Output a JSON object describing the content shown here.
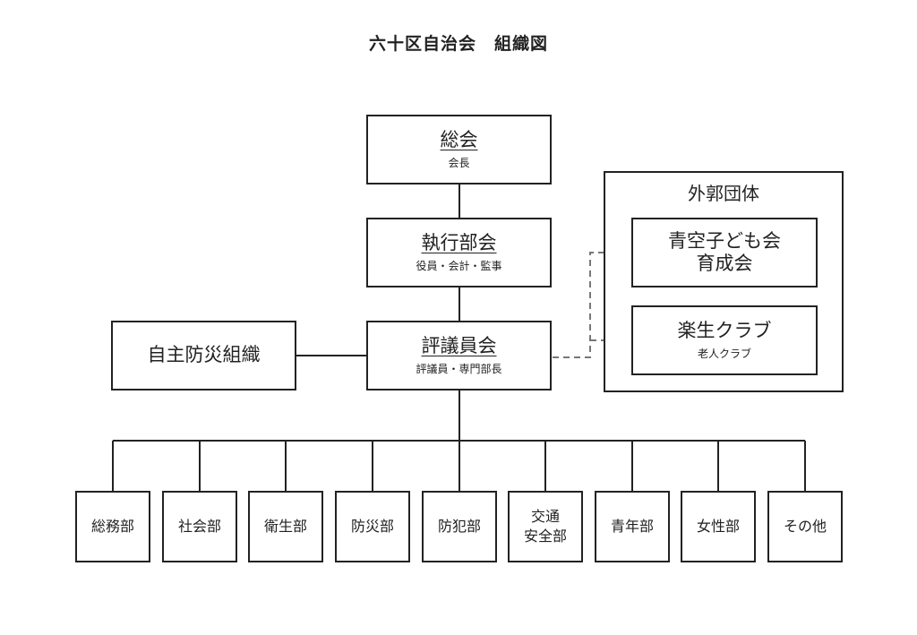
{
  "title": "六十区自治会　組織図",
  "general_meeting": {
    "name": "総会",
    "sub": "会長"
  },
  "executive": {
    "name": "執行部会",
    "sub": "役員・会計・監事"
  },
  "council": {
    "name": "評議員会",
    "sub": "評議員・専門部長"
  },
  "disaster_org": {
    "name": "自主防災組織"
  },
  "external": {
    "label": "外郭団体",
    "groups": [
      {
        "line1": "青空子ども会",
        "line2": "育成会"
      },
      {
        "line1": "楽生クラブ",
        "sub": "老人クラブ"
      }
    ]
  },
  "departments": [
    {
      "line1": "総務部"
    },
    {
      "line1": "社会部"
    },
    {
      "line1": "衛生部"
    },
    {
      "line1": "防災部"
    },
    {
      "line1": "防犯部"
    },
    {
      "line1": "交通",
      "line2": "安全部"
    },
    {
      "line1": "青年部"
    },
    {
      "line1": "女性部"
    },
    {
      "line1": "その他"
    }
  ]
}
